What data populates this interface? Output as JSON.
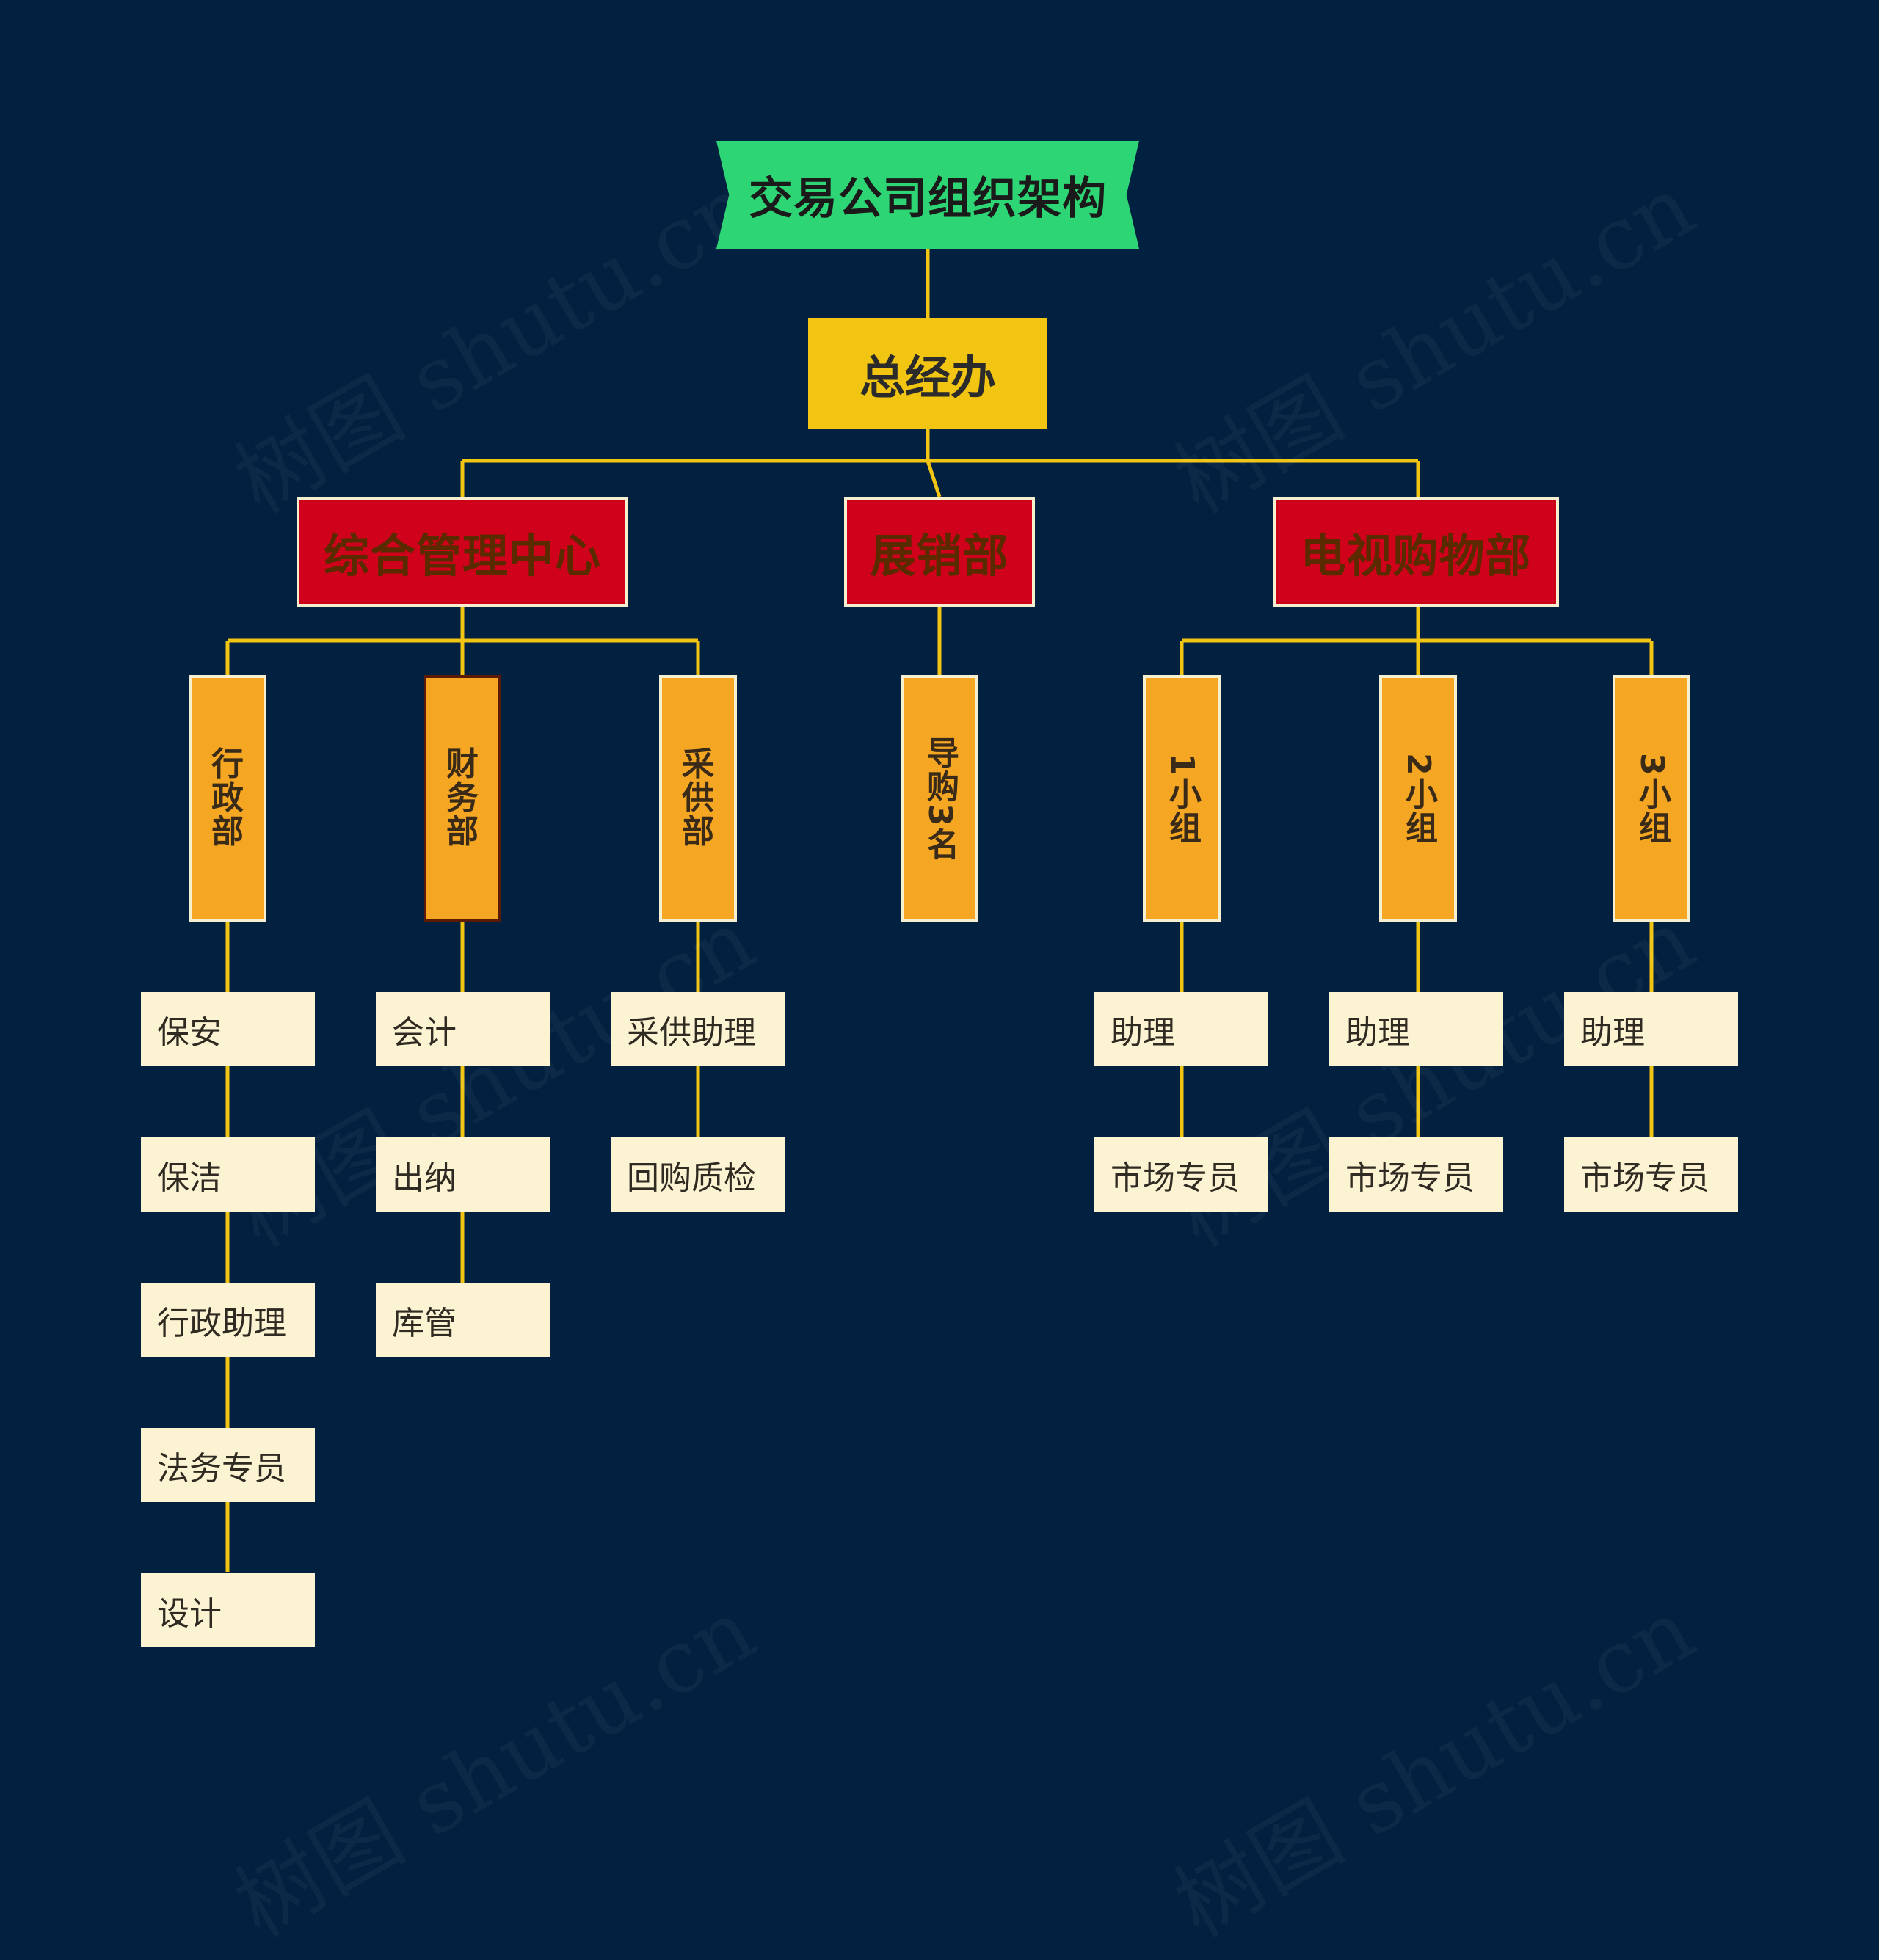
{
  "root": {
    "label": "交易公司组织架构"
  },
  "gm": {
    "label": "总经办"
  },
  "centers": [
    {
      "label": "综合管理中心"
    },
    {
      "label": "展销部"
    },
    {
      "label": "电视购物部"
    }
  ],
  "depts": [
    {
      "label": "行政部",
      "items": [
        "保安",
        "保洁",
        "行政助理",
        "法务专员",
        "设计"
      ]
    },
    {
      "label": "财务部",
      "items": [
        "会计",
        "出纳",
        "库管"
      ]
    },
    {
      "label": "采供部",
      "items": [
        "采供助理",
        "回购质检"
      ]
    },
    {
      "label": "导购3名",
      "items": []
    },
    {
      "label": "1小组",
      "items": [
        "助理",
        "市场专员"
      ]
    },
    {
      "label": "2小组",
      "items": [
        "助理",
        "市场专员"
      ]
    },
    {
      "label": "3小组",
      "items": [
        "助理",
        "市场专员"
      ]
    }
  ],
  "watermark": "树图 shutu.cn",
  "colors": {
    "background": "#02203f",
    "line": "#f2c512",
    "title": "#2ed574",
    "gm": "#f2c512",
    "center": "#d0021b",
    "dept": "#f5a623",
    "leaf": "#fcf3d2"
  }
}
